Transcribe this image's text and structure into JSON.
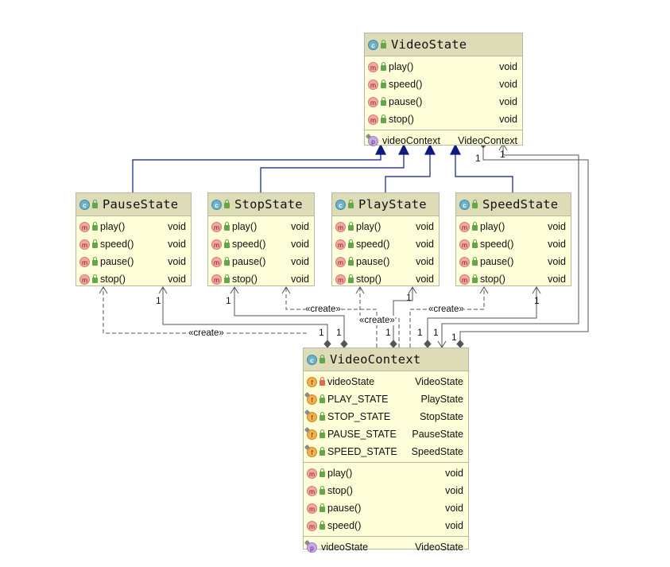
{
  "classes": {
    "video_state": {
      "name": "VideoState",
      "methods": [
        {
          "name": "play()",
          "type": "void"
        },
        {
          "name": "speed()",
          "type": "void"
        },
        {
          "name": "pause()",
          "type": "void"
        },
        {
          "name": "stop()",
          "type": "void"
        }
      ],
      "properties": [
        {
          "name": "videoContext",
          "type": "VideoContext"
        }
      ]
    },
    "pause_state": {
      "name": "PauseState",
      "methods": [
        {
          "name": "play()",
          "type": "void"
        },
        {
          "name": "speed()",
          "type": "void"
        },
        {
          "name": "pause()",
          "type": "void"
        },
        {
          "name": "stop()",
          "type": "void"
        }
      ]
    },
    "stop_state": {
      "name": "StopState",
      "methods": [
        {
          "name": "play()",
          "type": "void"
        },
        {
          "name": "speed()",
          "type": "void"
        },
        {
          "name": "pause()",
          "type": "void"
        },
        {
          "name": "stop()",
          "type": "void"
        }
      ]
    },
    "play_state": {
      "name": "PlayState",
      "methods": [
        {
          "name": "play()",
          "type": "void"
        },
        {
          "name": "speed()",
          "type": "void"
        },
        {
          "name": "pause()",
          "type": "void"
        },
        {
          "name": "stop()",
          "type": "void"
        }
      ]
    },
    "speed_state": {
      "name": "SpeedState",
      "methods": [
        {
          "name": "play()",
          "type": "void"
        },
        {
          "name": "speed()",
          "type": "void"
        },
        {
          "name": "pause()",
          "type": "void"
        },
        {
          "name": "stop()",
          "type": "void"
        }
      ]
    },
    "video_context": {
      "name": "VideoContext",
      "fields": [
        {
          "name": "videoState",
          "type": "VideoState"
        },
        {
          "name": "PLAY_STATE",
          "type": "PlayState"
        },
        {
          "name": "STOP_STATE",
          "type": "StopState"
        },
        {
          "name": "PAUSE_STATE",
          "type": "PauseState"
        },
        {
          "name": "SPEED_STATE",
          "type": "SpeedState"
        }
      ],
      "methods": [
        {
          "name": "play()",
          "type": "void"
        },
        {
          "name": "stop()",
          "type": "void"
        },
        {
          "name": "pause()",
          "type": "void"
        },
        {
          "name": "speed()",
          "type": "void"
        }
      ],
      "properties": [
        {
          "name": "videoState",
          "type": "VideoState"
        }
      ]
    }
  },
  "icons": {
    "class_letter": "c",
    "method_letter": "m",
    "field_letter": "f",
    "property_letter": "p"
  },
  "edges": {
    "create_label": "«create»",
    "multiplicity": "1"
  },
  "colors": {
    "generalization": "#0d1a7f",
    "association": "#555555",
    "class_fill": "#fdfdd7",
    "class_header": "#dedcb6"
  }
}
